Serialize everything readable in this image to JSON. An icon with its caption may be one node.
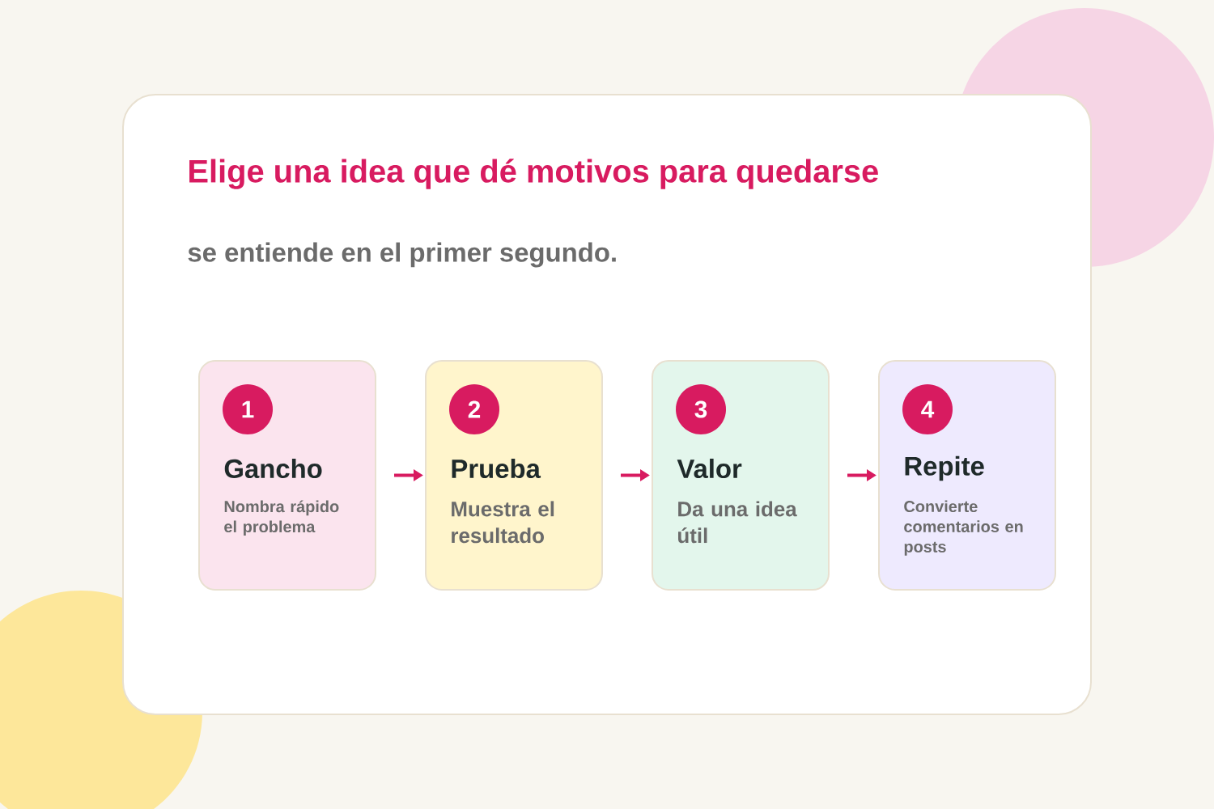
{
  "diagram": {
    "title": "Elige una idea que dé motivos para quedarse",
    "nodes": [
      {
        "text": [
          "1",
          "Gancho",
          "Nombra rápido el problema"
        ]
      },
      {
        "text": [
          "2",
          "Prueba",
          "Muestra el resultado"
        ]
      },
      {
        "text": [
          "3",
          "Valor",
          "Da una idea útil"
        ]
      },
      {
        "text": [
          "4",
          "Repite",
          "Convierte comentarios en posts"
        ]
      }
    ],
    "edges": [
      {
        "from": 0,
        "to": 1,
        "arrow": "to",
        "color": "#d81b60"
      },
      {
        "from": 1,
        "to": 2,
        "arrow": "to",
        "color": "#d81b60"
      },
      {
        "from": 2,
        "to": 3,
        "arrow": "to",
        "color": "#d81b60"
      }
    ],
    "labels": [
      "se entiende en el primer segundo."
    ]
  }
}
